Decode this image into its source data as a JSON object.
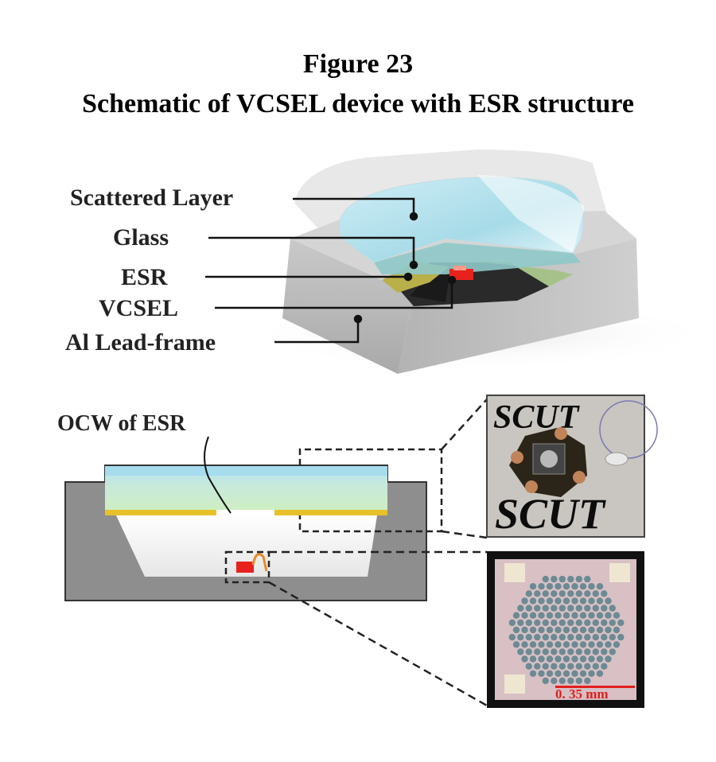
{
  "figure": {
    "title": "Figure 23",
    "subtitle": "Schematic of VCSEL device with ESR structure"
  },
  "labels_3d": {
    "scattered_layer": "Scattered Layer",
    "glass": "Glass",
    "esr": "ESR",
    "vcsel": "VCSEL",
    "lead_frame": "Al Lead-frame"
  },
  "cross_section": {
    "ocw_label": "OCW of ESR"
  },
  "photos": {
    "scut_top": "SCUT",
    "scut_bottom": "SCUT",
    "scale_bar": "0. 35 mm"
  },
  "colors": {
    "lead_frame": "#b9b9b9",
    "glass": "#9fdcec",
    "esr": "#e7c02a",
    "vcsel": "#e8211c",
    "chip_background": "#d8c0c4",
    "vcsel_apertures": "#6b8a94"
  }
}
